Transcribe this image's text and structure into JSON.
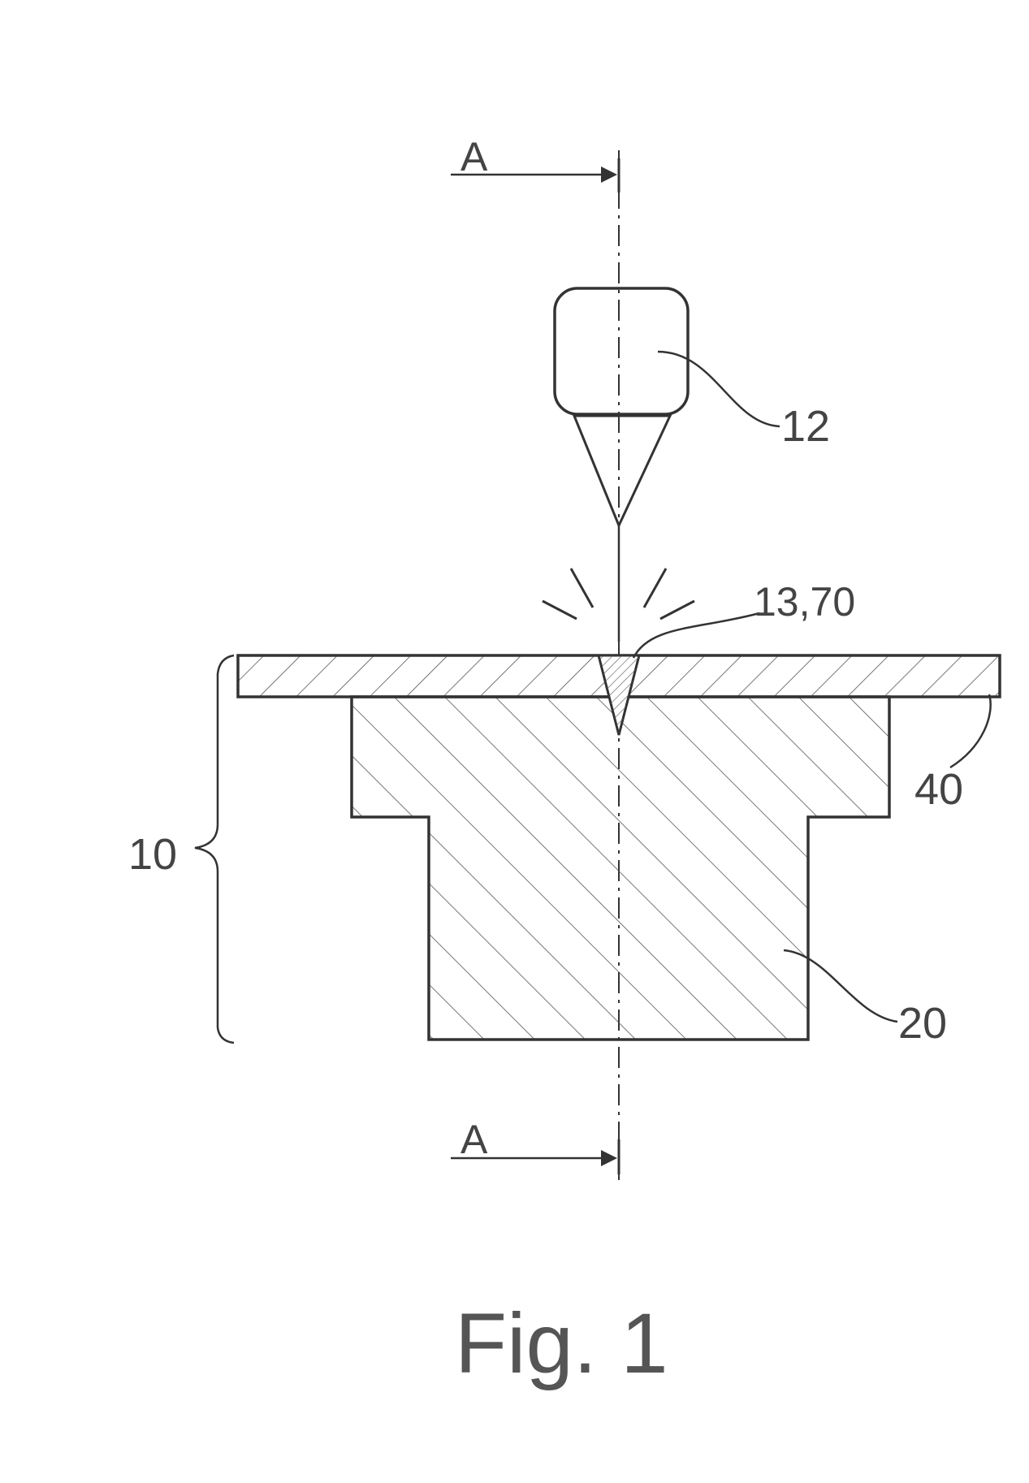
{
  "figure": {
    "caption": "Fig. 1",
    "section_marker": "A"
  },
  "reference_numerals": {
    "assembly": "10",
    "laser_head": "12",
    "weld_seam": "13,70",
    "substrate": "20",
    "cover_layer": "40"
  },
  "colors": {
    "line": "#333333",
    "hatch": "#555555",
    "label": "#444444",
    "background": "#ffffff"
  }
}
